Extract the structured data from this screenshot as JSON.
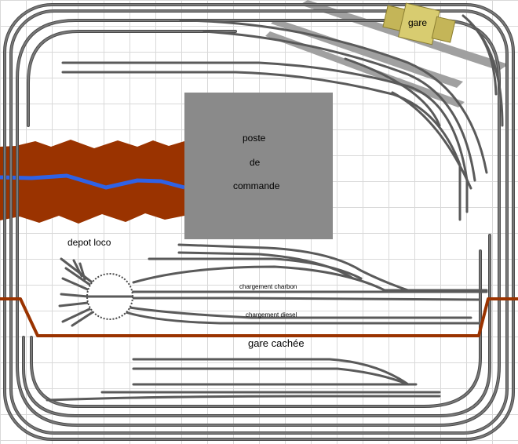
{
  "labels": {
    "station": "gare",
    "control_post_line1": "poste",
    "control_post_line2": "de",
    "control_post_line3": "commande",
    "loco_depot": "depot loco",
    "coal_loading": "chargement charbon",
    "diesel_loading": "chargement diesel",
    "hidden_station": "gare cachée"
  },
  "colors": {
    "track": "#6e6e6e",
    "rail": "#4a4a4a",
    "platform": "#a0a0a0",
    "control_post": "#8a8a8a",
    "terrain": "#9a3300",
    "river": "#2f62e6",
    "hidden_line": "#9a3300",
    "station_building": "#d8cc70",
    "grid": "#d9d9d9"
  }
}
